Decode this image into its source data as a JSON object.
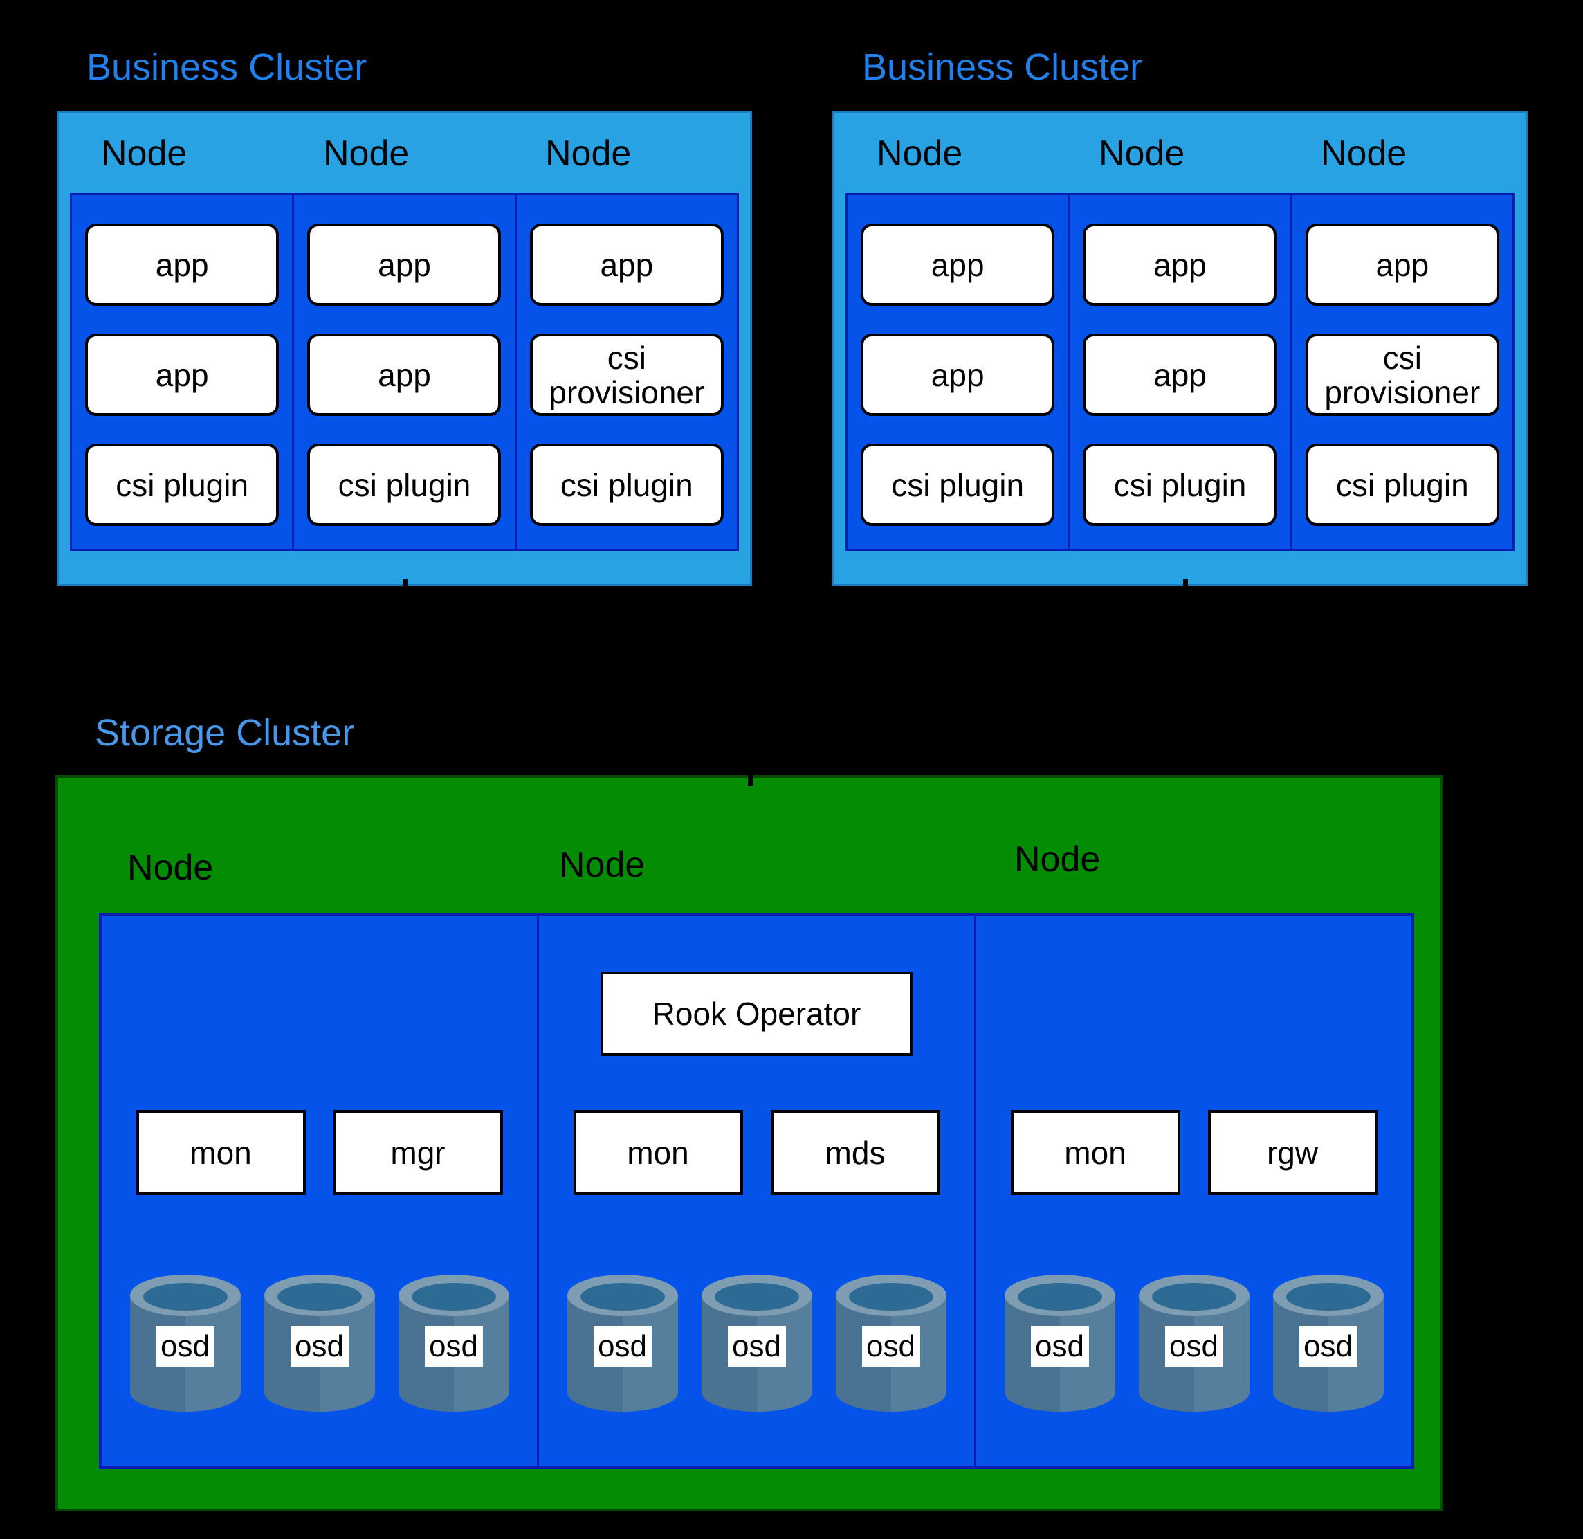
{
  "colors": {
    "background": "#000000",
    "business_title": "#2380ea",
    "storage_title": "#4997e8",
    "cluster_light_blue": "#28a2e2",
    "cluster_light_blue_border": "#1a7cbd",
    "inner_blue": "#0553e9",
    "inner_blue_border": "#0a1db0",
    "green": "#048d04",
    "green_border": "#054a05",
    "box_fill": "#ffffff",
    "box_border": "#000000",
    "osd_body_left": "#4a7292",
    "osd_body_right": "#567f9e",
    "osd_rim": "#7f9db2",
    "osd_rim_hole": "#2e6b94"
  },
  "business_clusters": [
    {
      "title": "Business Cluster",
      "nodes": [
        {
          "label": "Node",
          "pods": [
            "app",
            "app",
            "csi plugin"
          ]
        },
        {
          "label": "Node",
          "pods": [
            "app",
            "app",
            "csi plugin"
          ]
        },
        {
          "label": "Node",
          "pods": [
            "app",
            "csi provisioner",
            "csi plugin"
          ]
        }
      ]
    },
    {
      "title": "Business Cluster",
      "nodes": [
        {
          "label": "Node",
          "pods": [
            "app",
            "app",
            "csi plugin"
          ]
        },
        {
          "label": "Node",
          "pods": [
            "app",
            "app",
            "csi plugin"
          ]
        },
        {
          "label": "Node",
          "pods": [
            "app",
            "csi provisioner",
            "csi plugin"
          ]
        }
      ]
    }
  ],
  "storage_cluster": {
    "title": "Storage Cluster",
    "nodes": [
      {
        "label": "Node",
        "operator": "",
        "services": [
          "mon",
          "mgr"
        ],
        "osds": [
          "osd",
          "osd",
          "osd"
        ]
      },
      {
        "label": "Node",
        "operator": "Rook Operator",
        "services": [
          "mon",
          "mds"
        ],
        "osds": [
          "osd",
          "osd",
          "osd"
        ]
      },
      {
        "label": "Node",
        "operator": "",
        "services": [
          "mon",
          "rgw"
        ],
        "osds": [
          "osd",
          "osd",
          "osd"
        ]
      }
    ]
  }
}
